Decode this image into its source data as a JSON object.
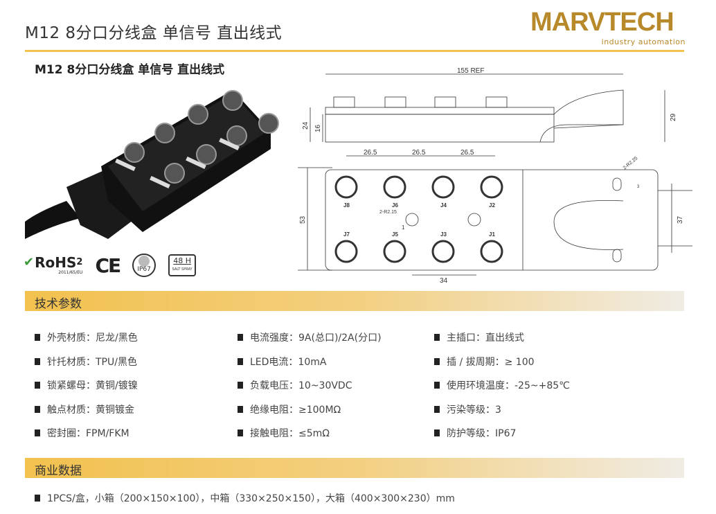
{
  "header": {
    "title": "M12 8分口分线盒 单信号 直出线式",
    "brand": "MARVTECH",
    "brand_tagline": "industry automation"
  },
  "product": {
    "subtitle": "M12 8分口分线盒 单信号 直出线式"
  },
  "certifications": {
    "rohs": "RoHS",
    "rohs_sub": "2",
    "rohs_note": "2011/65/EU",
    "ce": "CE",
    "ip": "IP67",
    "salt_hours": "48 H",
    "salt_label": "SALT SPRAY"
  },
  "drawing": {
    "length": "155 REF",
    "h24": "24",
    "h16": "16",
    "h29": "29",
    "pitch": [
      "26.5",
      "26.5",
      "26.5"
    ],
    "width": "53",
    "hole_pitch": "37",
    "mount": "34",
    "r_left": "2-R2.15",
    "r_right": "2-R2.25",
    "small": "3",
    "one": "1",
    "ports_top": [
      "J8",
      "J6",
      "J4",
      "J2"
    ],
    "ports_bottom": [
      "J7",
      "J5",
      "J3",
      "J1"
    ]
  },
  "sections": {
    "tech": "技术参数",
    "commercial": "商业数据"
  },
  "specs": [
    [
      "外壳材质：尼龙/黑色",
      "针托材质：TPU/黑色",
      "锁紧螺母：黄铜/镀镍",
      "触点材质：黄铜镀金",
      "密封圈：FPM/FKM"
    ],
    [
      "电流强度：9A(总口)/2A(分口)",
      "LED电流：10mA",
      "负载电压：10~30VDC",
      "绝缘电阻：≥100MΩ",
      "接触电阻：≤5mΩ"
    ],
    [
      "主插口：直出线式",
      "插 / 拔周期：≥ 100",
      "使用环境温度：-25~+85℃",
      "污染等级：3",
      "防护等级：IP67"
    ]
  ],
  "commercial": "1PCS/盒，小箱（200×150×100），中箱（330×250×150），大箱（400×300×230）mm",
  "colors": {
    "gold": "#f2c14e",
    "brand": "#b8892a"
  }
}
